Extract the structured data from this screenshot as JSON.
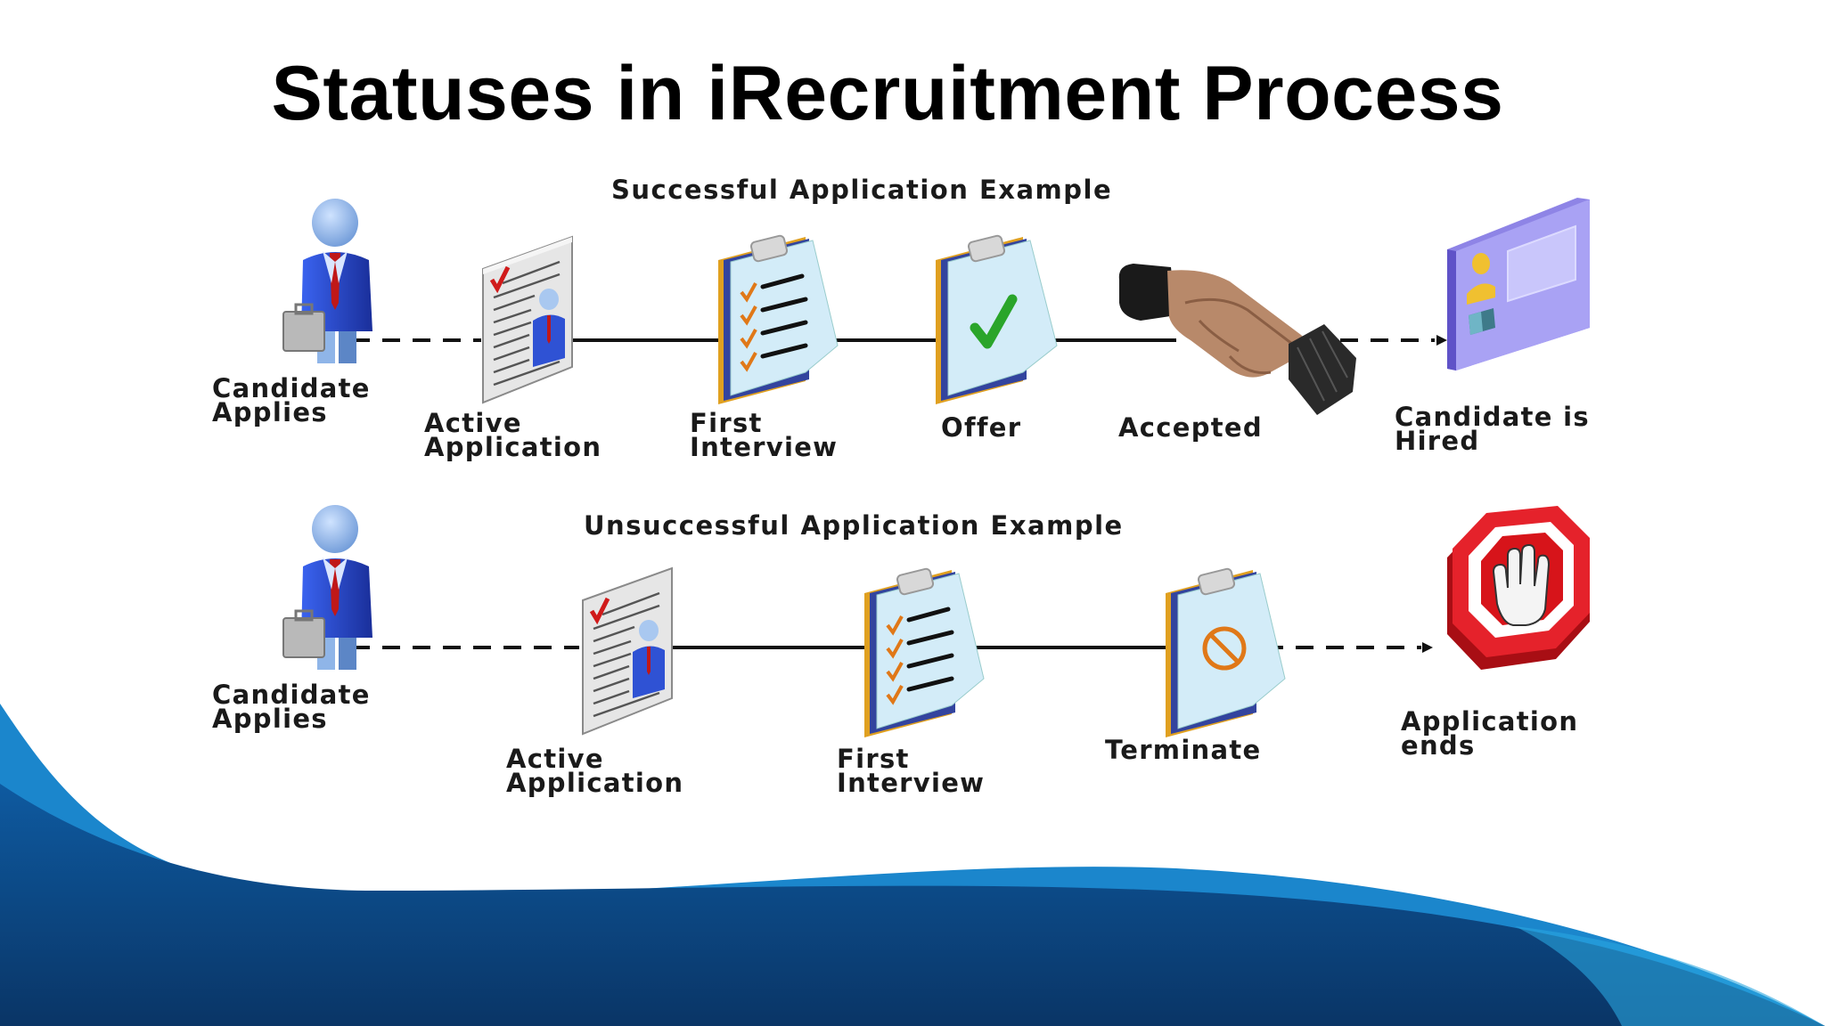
{
  "title": "Statuses in iRecruitment Process",
  "successful": {
    "heading": "Successful Application Example",
    "steps": [
      {
        "label": "Candidate\nApplies",
        "icon": "person-with-briefcase-icon"
      },
      {
        "label": "Active\nApplication",
        "icon": "resume-document-icon"
      },
      {
        "label": "First\nInterview",
        "icon": "checklist-clipboard-icon"
      },
      {
        "label": "Offer",
        "icon": "checkmark-clipboard-icon"
      },
      {
        "label": "Accepted",
        "icon": "handshake-icon"
      },
      {
        "label": "Candidate is\nHired",
        "icon": "id-badge-icon"
      }
    ]
  },
  "unsuccessful": {
    "heading": "Unsuccessful Application Example",
    "steps": [
      {
        "label": "Candidate\nApplies",
        "icon": "person-with-briefcase-icon"
      },
      {
        "label": "Active\nApplication",
        "icon": "resume-document-icon"
      },
      {
        "label": "First\nInterview",
        "icon": "checklist-clipboard-icon"
      },
      {
        "label": "Terminate",
        "icon": "no-symbol-clipboard-icon"
      },
      {
        "label": "Application\nends",
        "icon": "stop-hand-sign-icon"
      }
    ]
  },
  "colors": {
    "wave_dark": "#0b3d78",
    "wave_mid": "#0e5fa6",
    "wave_light": "#1f8fd0",
    "stop_red": "#d7141a",
    "person_blue": "#2a4fd6"
  }
}
